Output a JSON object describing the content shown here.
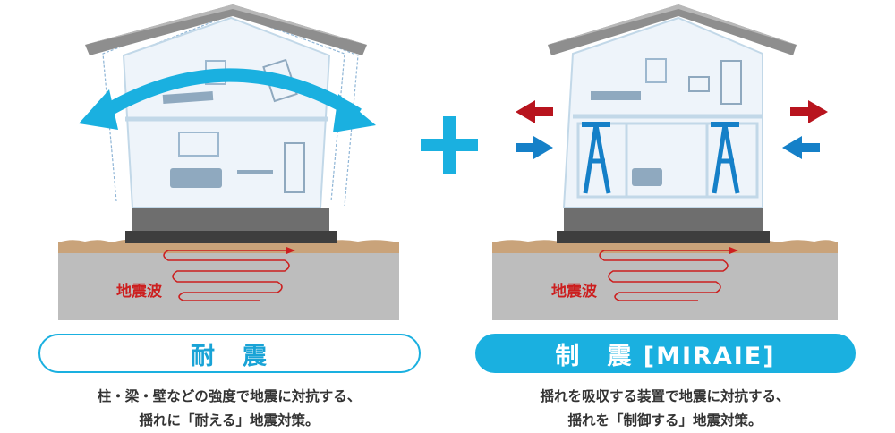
{
  "panels": [
    {
      "id": "left",
      "wave_label": "地震波",
      "pill_label": "耐　震",
      "description_line1": "柱・梁・壁などの強度で地震に対抗する、",
      "description_line2": "揺れに「耐える」地震対策。"
    },
    {
      "id": "right",
      "wave_label": "地震波",
      "pill_label": "制　震 [MIRAIE]",
      "description_line1": "揺れを吸収する装置で地震に対抗する、",
      "description_line2": "揺れを「制御する」地震対策。"
    }
  ],
  "colors": {
    "accent_blue": "#1ab0e0",
    "wave_red": "#cc1f1f",
    "ground_tan": "#c9a37a",
    "ground_gray": "#bdbdbd",
    "house_outline": "#c2d8e8",
    "foundation_gray": "#6e6e6e"
  },
  "icons": [
    "plus-icon",
    "sway-arrow-icon",
    "force-arrow-icon",
    "damper-icon",
    "house-icon"
  ]
}
